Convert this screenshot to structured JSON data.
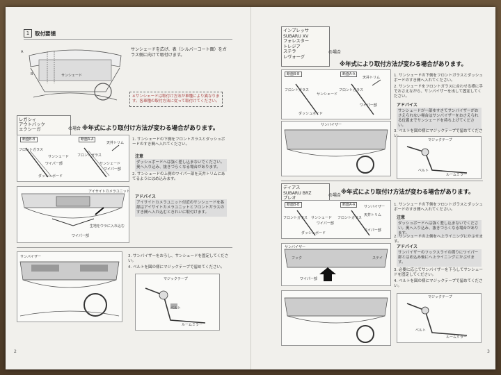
{
  "left": {
    "section_num": "1",
    "section_title": "取付要領",
    "intro": "サンシェードを広げ、表（シルバーコート面）をガラス側に向けて取付けます。",
    "labels_top": {
      "a": "A",
      "b": "B",
      "sunshade": "サンシェード"
    },
    "dashed_note": "※サンシェードは取付け方法が車種により異なります。各車種の取付方法に従って取付けてください。",
    "model_box": "レガシィ\nアウトバック\nエクシーガ",
    "model_box_suffix": "の場合",
    "year_note": "※年式により取付け方法が変わる場合があります。",
    "cross": {
      "bb": "断面B-B",
      "aa": "断面A-A",
      "front_glass": "フロントガラス",
      "sunshade": "サンシェード",
      "wiper": "ワイパー部",
      "dashboard": "ダッシュボード",
      "ceiling": "天井トリム"
    },
    "step1": "1. サンシェードの下側をフロントガラスとダッシュボードのすき間へ入れてください。",
    "caution_head": "注意",
    "caution": "ダッシュボードへは強く差し込まないでください。奥へ入り込み、抜きづらくなる場合があります。",
    "step2": "2. サンシェードの上側のワイパー部を天井トリムにあてるようにはめ込みます。",
    "advice_head": "アドバイス",
    "advice": "アイサイトカメラユニット付近のサンシェードを各部はアイサイトカメラユニットとフロントガラスのすき間へ入れ込むときれいに取付けます。",
    "eyesight_label": "アイサイトカメラユニット",
    "fold_label": "生地をウラに入れ込む",
    "wiper_label": "ワイパー部",
    "sunvisor_label": "サンバイザー",
    "step3": "3. サンバイザーをおろし、サンシェードを固定してください。",
    "step4": "4. ベルトを図の様にマジックテープで留めてください。",
    "magic_tape": "マジックテープ",
    "belt": "ベルト",
    "room_mirror": "ルームミラー",
    "page_number": "2"
  },
  "right": {
    "model_box": "インプレッサ\nSUBARU XV\nフォレスター\nトレジア\nステラ\nレヴォーグ",
    "model_box_suffix": "の場合",
    "year_note": "※年式により取付方法が変わる場合があります。",
    "cross": {
      "bb": "断面B-B",
      "aa": "断面A-A",
      "front_glass": "フロントガラス",
      "sunshade": "サンシェード",
      "ceiling": "天井トリム",
      "wiper": "ワイパー部",
      "dashboard": "ダッシュボード"
    },
    "step1": "1. サンシェードの下側をフロントガラスとダッシュボードのすき間へ入れてください。",
    "step2": "2. サンシェードをフロントガラスに合わせる様に手でおさえながら、サンバイザーを出して固定してください。",
    "advice_head": "アドバイス",
    "advice": "サンシェードが一部ゆすきてサンバイザーがおさえられない場合はサンバイザーをおさえられる位置までサンシェードを持ち上げてください。",
    "step3": "3. ベルトを図の様にマジックテープで留めてください。",
    "sunvisor_label": "サンバイザー",
    "magic_tape": "マジックテープ",
    "belt": "ベルト",
    "room_mirror": "ルームミラー",
    "model_box2": "ディアス\nSUBARU BRZ\nプレオ",
    "model_box2_suffix": "の場合",
    "year_note2": "※年式により取付け方法が変わる場合があります。",
    "cross2": {
      "bb": "断面B-B",
      "aa": "断面A-A",
      "front_glass": "フロントガラス",
      "sunshade": "サンシェード",
      "ceiling": "天井トリム",
      "wiper": "ワイパー部",
      "sunvisor": "サンバイザー",
      "dashboard": "ダッシュボード"
    },
    "step1b": "1. サンシェードの下側をフロントガラスとダッシュボードのすき間へ入れてください。",
    "caution_head": "注意",
    "caution": "ダッシュボードへは強く差し込まないでください。奥へ入り込み、抜きづらくなる場合があります。",
    "step2b": "2. サンシェードの上側をへ上ライニングにかぶせます。",
    "advice2_head": "アドバイス",
    "advice2": "サンバイザーのフックスライの周りにワイパー部とはめ込み後にへ上ライニングにかぶせます。",
    "labels_mid": {
      "sunvisor": "サンバイザー",
      "hook": "フック",
      "stay": "ステイ",
      "wiper": "ワイパー部"
    },
    "step3b": "3. 必要に応じてサンバイザーを下ろしてサンシェードを固定してください。",
    "step4b": "4. ベルトを図の様にマジックテープで留めてください。",
    "magic_tape2": "マジックテープ",
    "belt2": "ベルト",
    "room_mirror2": "ルームミラー",
    "page_number": "3"
  }
}
